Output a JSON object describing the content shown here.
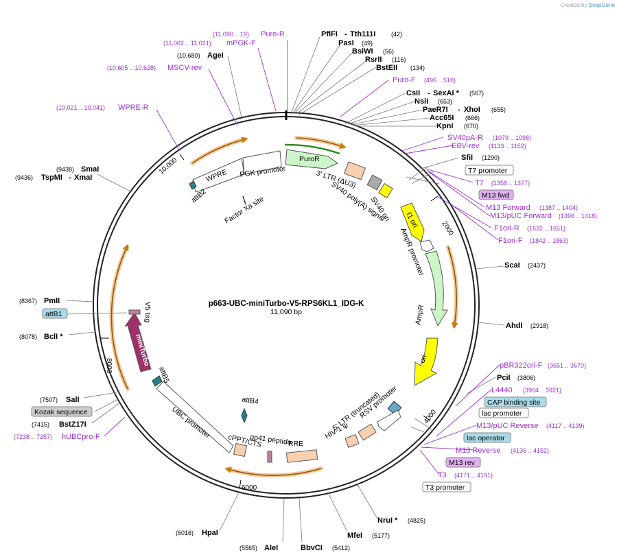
{
  "credit": {
    "prefix": "Created by",
    "brand": "SnapGene"
  },
  "plasmid": {
    "name": "p663-UBC-miniTurbo-V5-RPS6KL1_IDG-K",
    "size": "11,090 bp"
  },
  "ticks": [
    "2000",
    "4000",
    "6000",
    "8000",
    "10,000"
  ],
  "colors": {
    "puror": "#ccf5c8",
    "yellow": "#ffff00",
    "orange": "#f5c18a",
    "peach": "#f8d0b0",
    "magenta": "#a0306a",
    "teal": "#2a7f8f",
    "primer": "#9b30d0",
    "gray": "#999999"
  },
  "sites": [
    {
      "name": "PflFI",
      "extra": "Tth111I",
      "pos": "(42)"
    },
    {
      "name": "PasI",
      "pos": "(49)"
    },
    {
      "name": "BsiWI",
      "pos": "(56)"
    },
    {
      "name": "RsrII",
      "pos": "(116)"
    },
    {
      "name": "BstEII",
      "pos": "(134)"
    },
    {
      "name": "CsiI",
      "extra": "SexAI *",
      "pos": "(567)"
    },
    {
      "name": "NsiI",
      "pos": "(653)"
    },
    {
      "name": "PaeR7I",
      "extra": "XhoI",
      "pos": "(655)"
    },
    {
      "name": "Acc65I",
      "pos": "(666)"
    },
    {
      "name": "KpnI",
      "pos": "(670)"
    },
    {
      "name": "SfiI",
      "pos": "(1290)"
    },
    {
      "name": "ScaI",
      "pos": "(2437)"
    },
    {
      "name": "AhdI",
      "pos": "(2918)"
    },
    {
      "name": "PciI",
      "pos": "(3806)"
    },
    {
      "name": "NruI *",
      "pos": "(4825)"
    },
    {
      "name": "MfeI",
      "pos": "(5177)"
    },
    {
      "name": "BbvCI",
      "pos": "(5412)"
    },
    {
      "name": "AleI",
      "pos": "(5565)"
    },
    {
      "name": "HpaI",
      "pos": "(6016)"
    },
    {
      "name": "BstZ17I",
      "pos": "(7415)"
    },
    {
      "name": "SalI",
      "pos": "(7507)"
    },
    {
      "name": "BclI *",
      "pos": "(8078)"
    },
    {
      "name": "PmlI",
      "pos": "(8367)"
    },
    {
      "name": "TspMI",
      "extra": "XmaI",
      "pos": "(9436)"
    },
    {
      "name": "SmaI",
      "pos": "(9438)"
    },
    {
      "name": "AgeI",
      "pos": "(10,680)"
    }
  ],
  "primers": [
    {
      "name": "Puro-R",
      "range": "(11,090 .. 19)"
    },
    {
      "name": "mPGK-F",
      "range": "(11,002 .. 11,021)"
    },
    {
      "name": "MSCV-rev",
      "range": "(10,605 .. 10,628)"
    },
    {
      "name": "WPRE-R",
      "range": "(10,021 .. 10,041)"
    },
    {
      "name": "Puro-F",
      "range": "(496 .. 516)"
    },
    {
      "name": "SV40pA-R",
      "range": "(1079 .. 1098)"
    },
    {
      "name": "EBV-rev",
      "range": "(1133 .. 1152)"
    },
    {
      "name": "T7",
      "range": "(1358 .. 1377)"
    },
    {
      "name": "M13 Forward",
      "range": "(1387 .. 1404)"
    },
    {
      "name": "M13/pUC Forward",
      "range": "(1396 .. 1418)"
    },
    {
      "name": "F1ori-R",
      "range": "(1632 .. 1651)"
    },
    {
      "name": "F1ori-F",
      "range": "(1842 .. 1863)"
    },
    {
      "name": "pBR322ori-F",
      "range": "(3651 .. 3670)"
    },
    {
      "name": "L4440",
      "range": "(3904 .. 3921)"
    },
    {
      "name": "M13/pUC Reverse",
      "range": "(4117 .. 4139)"
    },
    {
      "name": "M13 Reverse",
      "range": "(4136 .. 4152)"
    },
    {
      "name": "T3",
      "range": "(4171 .. 4191)"
    },
    {
      "name": "hUBCpro-F",
      "range": "(7238 .. 7257)"
    }
  ],
  "boxes": {
    "t7_promoter": "T7 promoter",
    "m13_fwd": "M13 fwd",
    "cap_site": "CAP binding site",
    "lac_promoter": "lac promoter",
    "lac_operator": "lac operator",
    "m13_rev": "M13 rev",
    "t3_promoter": "T3 promoter",
    "attb1": "attB1",
    "kozak": "Kozak sequence"
  },
  "features": {
    "puror": "PuroR",
    "wpre": "WPRE",
    "pgk": "PGK promoter",
    "ltr3": "3' LTR (ΔU3)",
    "sv40pa": "SV40 poly(A) signal",
    "sv40ori": "SV40 ori",
    "f1ori": "f1 ori",
    "ampr_promoter": "AmpR promoter",
    "ampr": "AmpR",
    "ori": "ori",
    "rsv": "RSV promoter",
    "ltr5": "5' LTR (truncated)",
    "hiv": "HIV-1 ψ",
    "rre": "RRE",
    "gp41": "gp41 peptide",
    "cppt": "cPPT/CTS",
    "attb4": "attB4",
    "ubc": "UBC promoter",
    "attb5": "attB5",
    "miniturbo": "miniTurbo",
    "v5": "V5 tag",
    "attb2": "attB2",
    "factorxa": "Factor Xa site"
  }
}
